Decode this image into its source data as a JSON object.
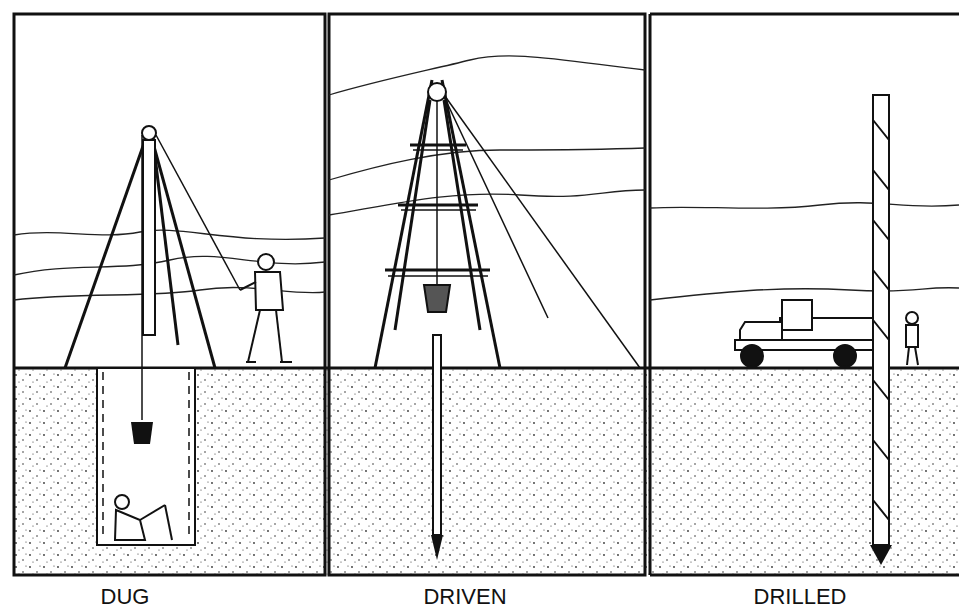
{
  "diagram": {
    "labels": [
      "DUG",
      "DRIVEN",
      "DRILLED"
    ]
  }
}
